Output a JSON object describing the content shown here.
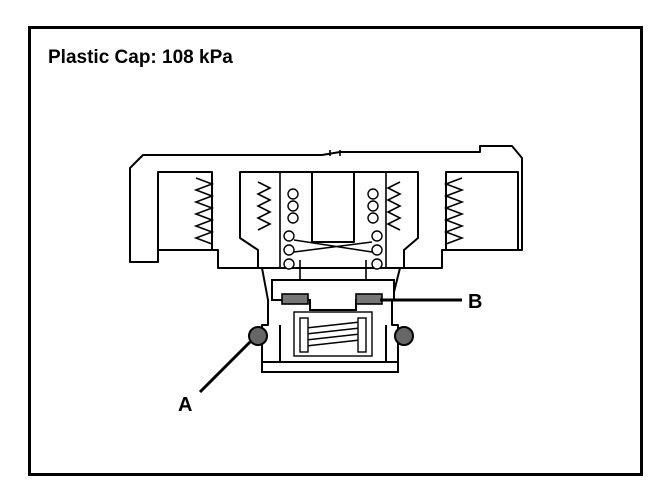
{
  "title": "Plastic Cap: 108 kPa",
  "callouts": {
    "a": "A",
    "b": "B"
  }
}
